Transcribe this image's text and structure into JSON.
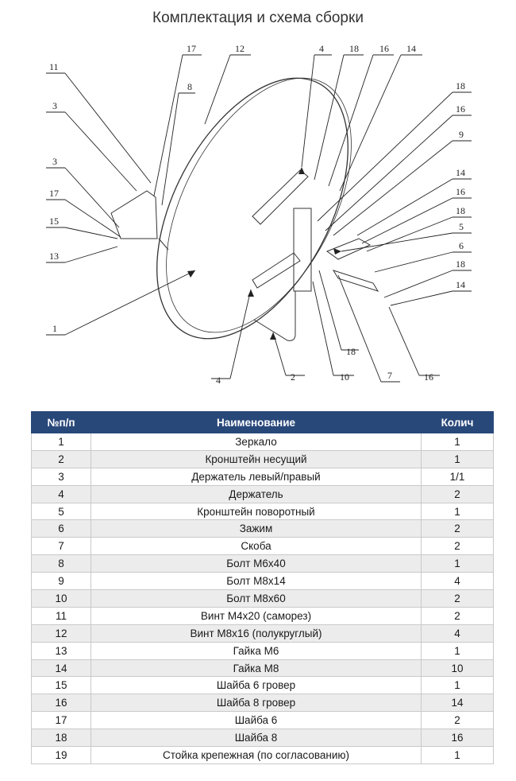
{
  "title": "Комплектация и схема сборки",
  "diagram": {
    "callouts": [
      "11",
      "3",
      "3",
      "17",
      "15",
      "13",
      "1",
      "17",
      "8",
      "12",
      "4",
      "18",
      "16",
      "14",
      "18",
      "16",
      "9",
      "14",
      "16",
      "18",
      "5",
      "6",
      "18",
      "14",
      "16",
      "7",
      "18",
      "10",
      "2",
      "4"
    ]
  },
  "table": {
    "headers": [
      "№п/п",
      "Наименование",
      "Колич"
    ],
    "rows": [
      [
        "1",
        "Зеркало",
        "1"
      ],
      [
        "2",
        "Кронштейн несущий",
        "1"
      ],
      [
        "3",
        "Держатель левый/правый",
        "1/1"
      ],
      [
        "4",
        "Держатель",
        "2"
      ],
      [
        "5",
        "Кронштейн поворотный",
        "1"
      ],
      [
        "6",
        "Зажим",
        "2"
      ],
      [
        "7",
        "Скоба",
        "2"
      ],
      [
        "8",
        "Болт М6х40",
        "1"
      ],
      [
        "9",
        "Болт М8х14",
        "4"
      ],
      [
        "10",
        "Болт М8х60",
        "2"
      ],
      [
        "11",
        "Винт М4х20 (саморез)",
        "2"
      ],
      [
        "12",
        "Винт М8х16 (полукруглый)",
        "4"
      ],
      [
        "13",
        "Гайка М6",
        "1"
      ],
      [
        "14",
        "Гайка М8",
        "10"
      ],
      [
        "15",
        "Шайба 6 гровер",
        "1"
      ],
      [
        "16",
        "Шайба 8 гровер",
        "14"
      ],
      [
        "17",
        "Шайба 6",
        "2"
      ],
      [
        "18",
        "Шайба 8",
        "16"
      ],
      [
        "19",
        "Стойка крепежная (по согласованию)",
        "1"
      ]
    ]
  }
}
